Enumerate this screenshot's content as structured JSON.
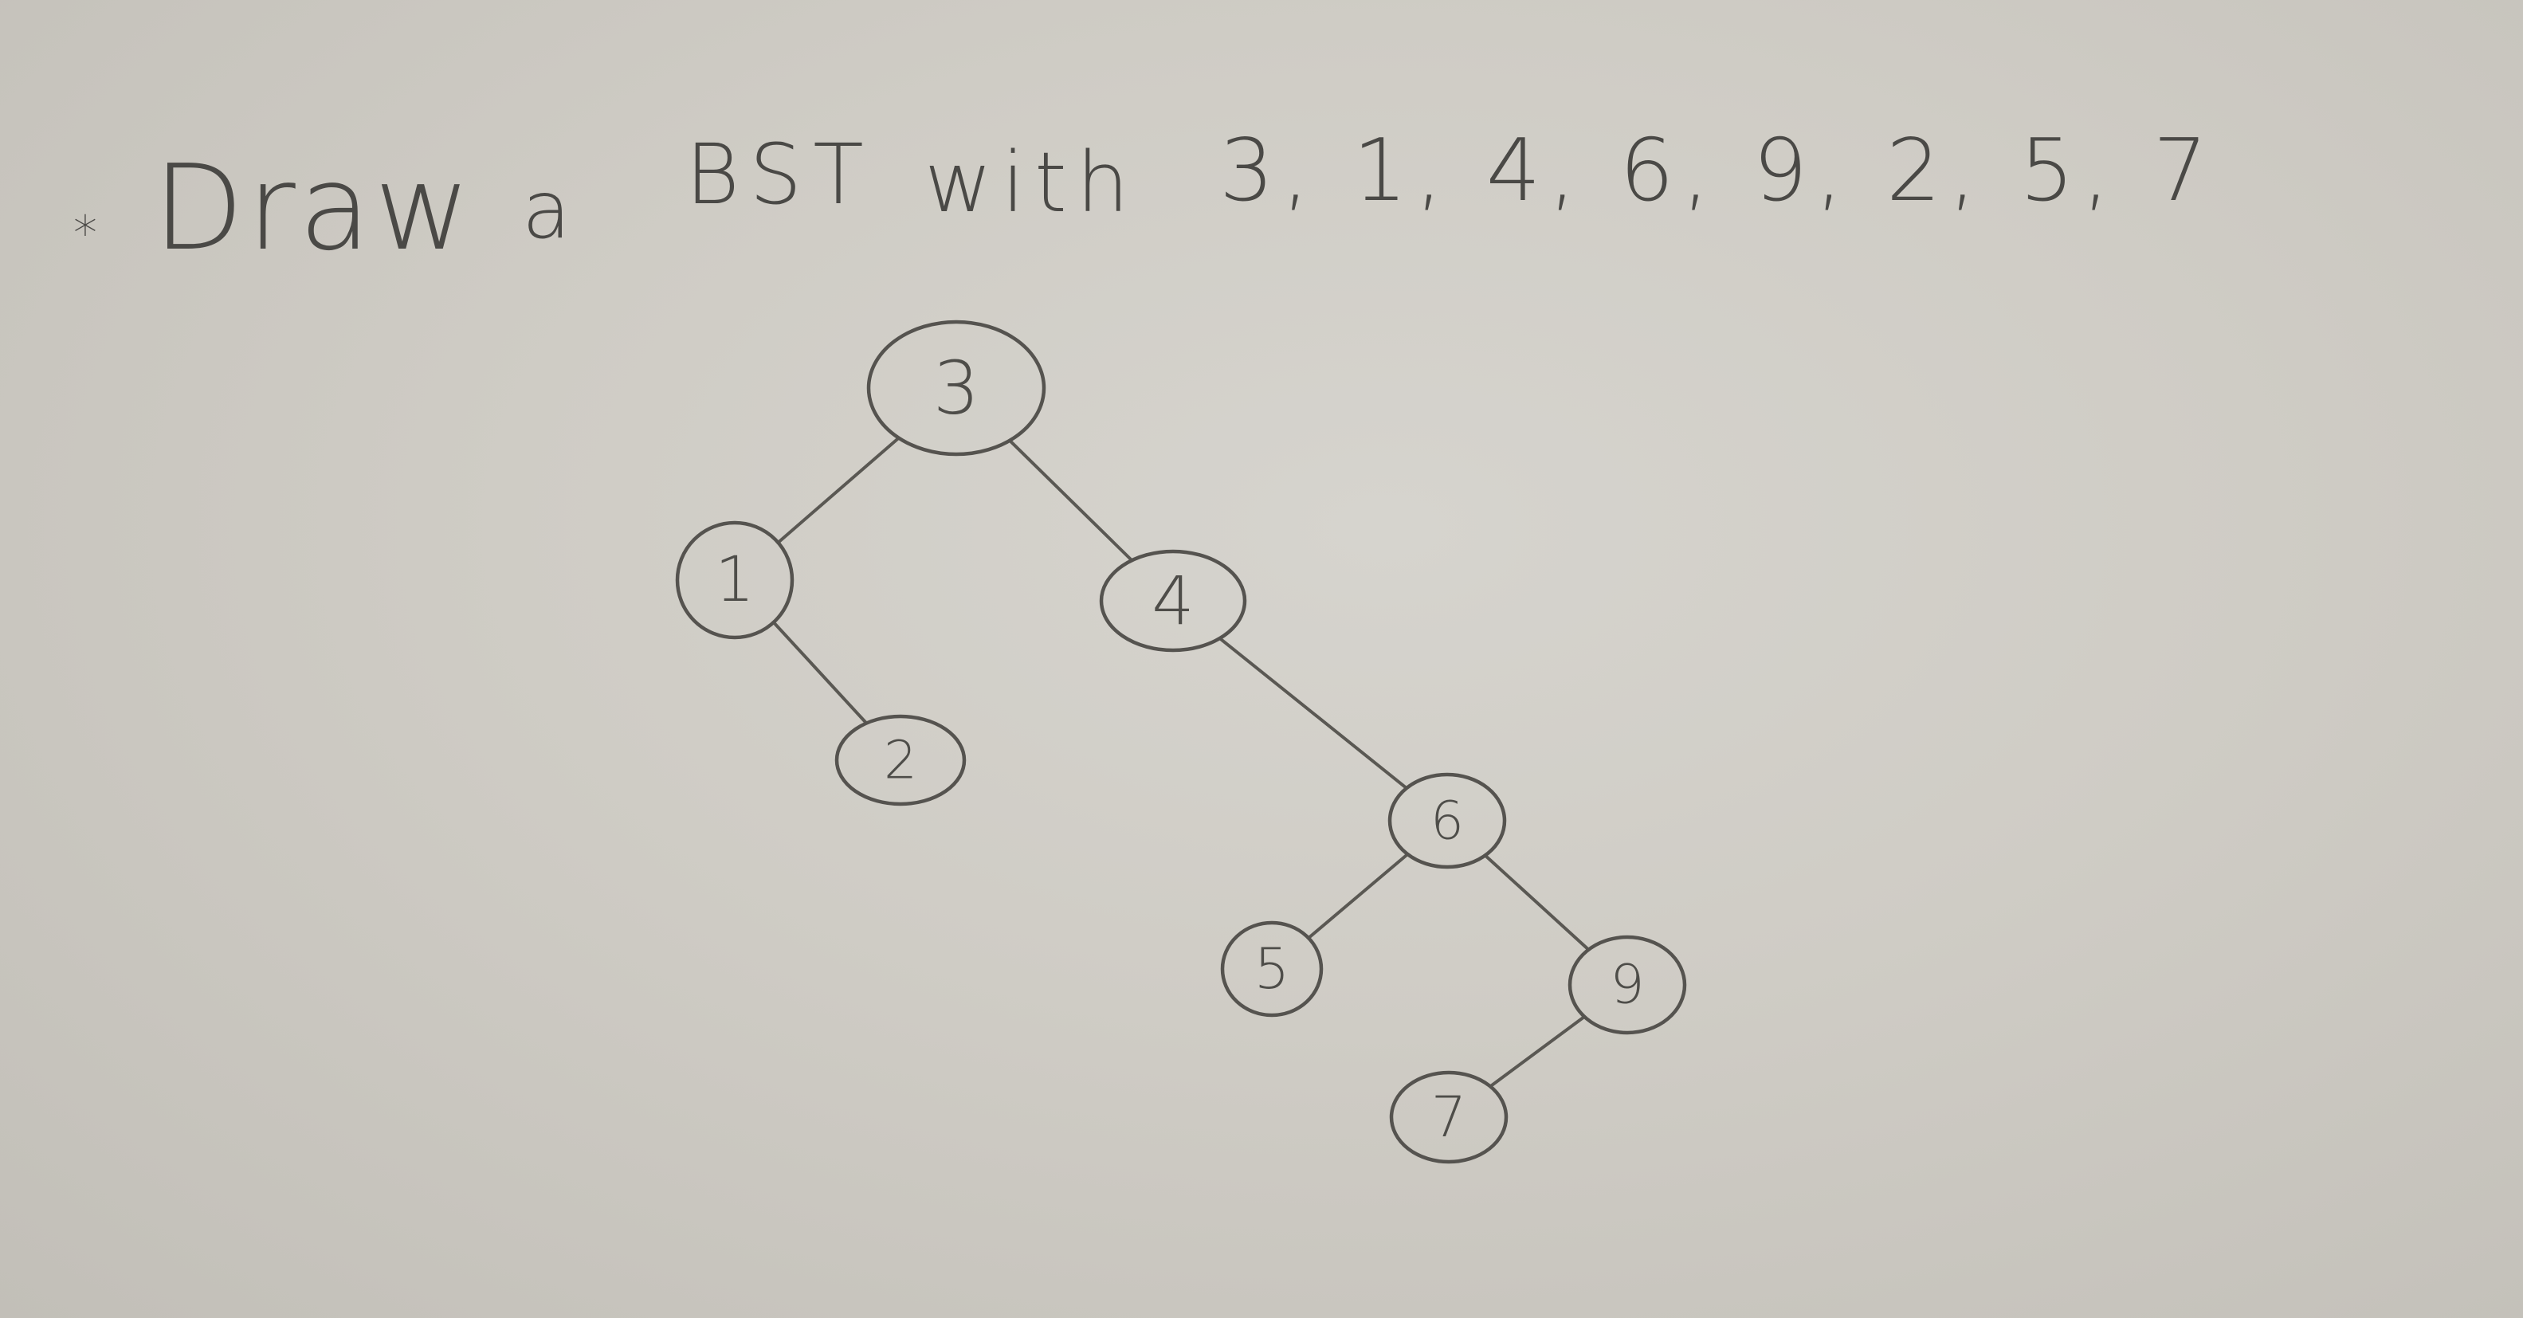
{
  "title": {
    "bullet": "*",
    "word_draw": "Draw",
    "word_a": "a",
    "word_bst": "BST",
    "word_with": "with",
    "values": "3, 1, 4, 6, 9, 2, 5, 7"
  },
  "tree": {
    "root": "3",
    "nodes": [
      {
        "id": "n3",
        "label": "3"
      },
      {
        "id": "n1",
        "label": "1"
      },
      {
        "id": "n4",
        "label": "4"
      },
      {
        "id": "n2",
        "label": "2"
      },
      {
        "id": "n6",
        "label": "6"
      },
      {
        "id": "n5",
        "label": "5"
      },
      {
        "id": "n9",
        "label": "9"
      },
      {
        "id": "n7",
        "label": "7"
      }
    ],
    "edges": [
      {
        "from": "n3",
        "to": "n1"
      },
      {
        "from": "n3",
        "to": "n4"
      },
      {
        "from": "n1",
        "to": "n2"
      },
      {
        "from": "n4",
        "to": "n6"
      },
      {
        "from": "n6",
        "to": "n5"
      },
      {
        "from": "n6",
        "to": "n9"
      },
      {
        "from": "n9",
        "to": "n7"
      }
    ]
  }
}
